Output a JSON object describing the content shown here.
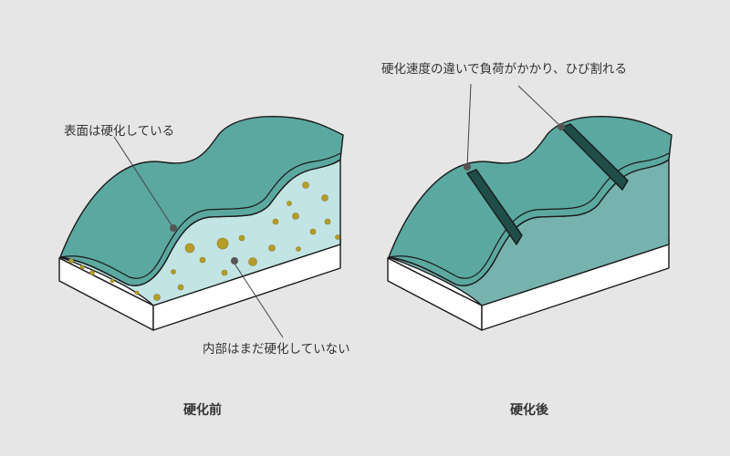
{
  "left_panel": {
    "caption": "硬化前",
    "label_surface": "表面は硬化している",
    "label_interior": "内部はまだ硬化していない"
  },
  "right_panel": {
    "caption": "硬化後",
    "label_cracks": "硬化速度の違いで負荷がかかり、ひび割れる"
  },
  "colors": {
    "background": "#e6e6e6",
    "resin_top": "#5ba8a0",
    "resin_interior": "#c2e4e4",
    "resin_cured_interior": "#77b3ae",
    "bubble": "#b59d2a",
    "crack": "#1f4d4a",
    "base": "#ffffff"
  }
}
